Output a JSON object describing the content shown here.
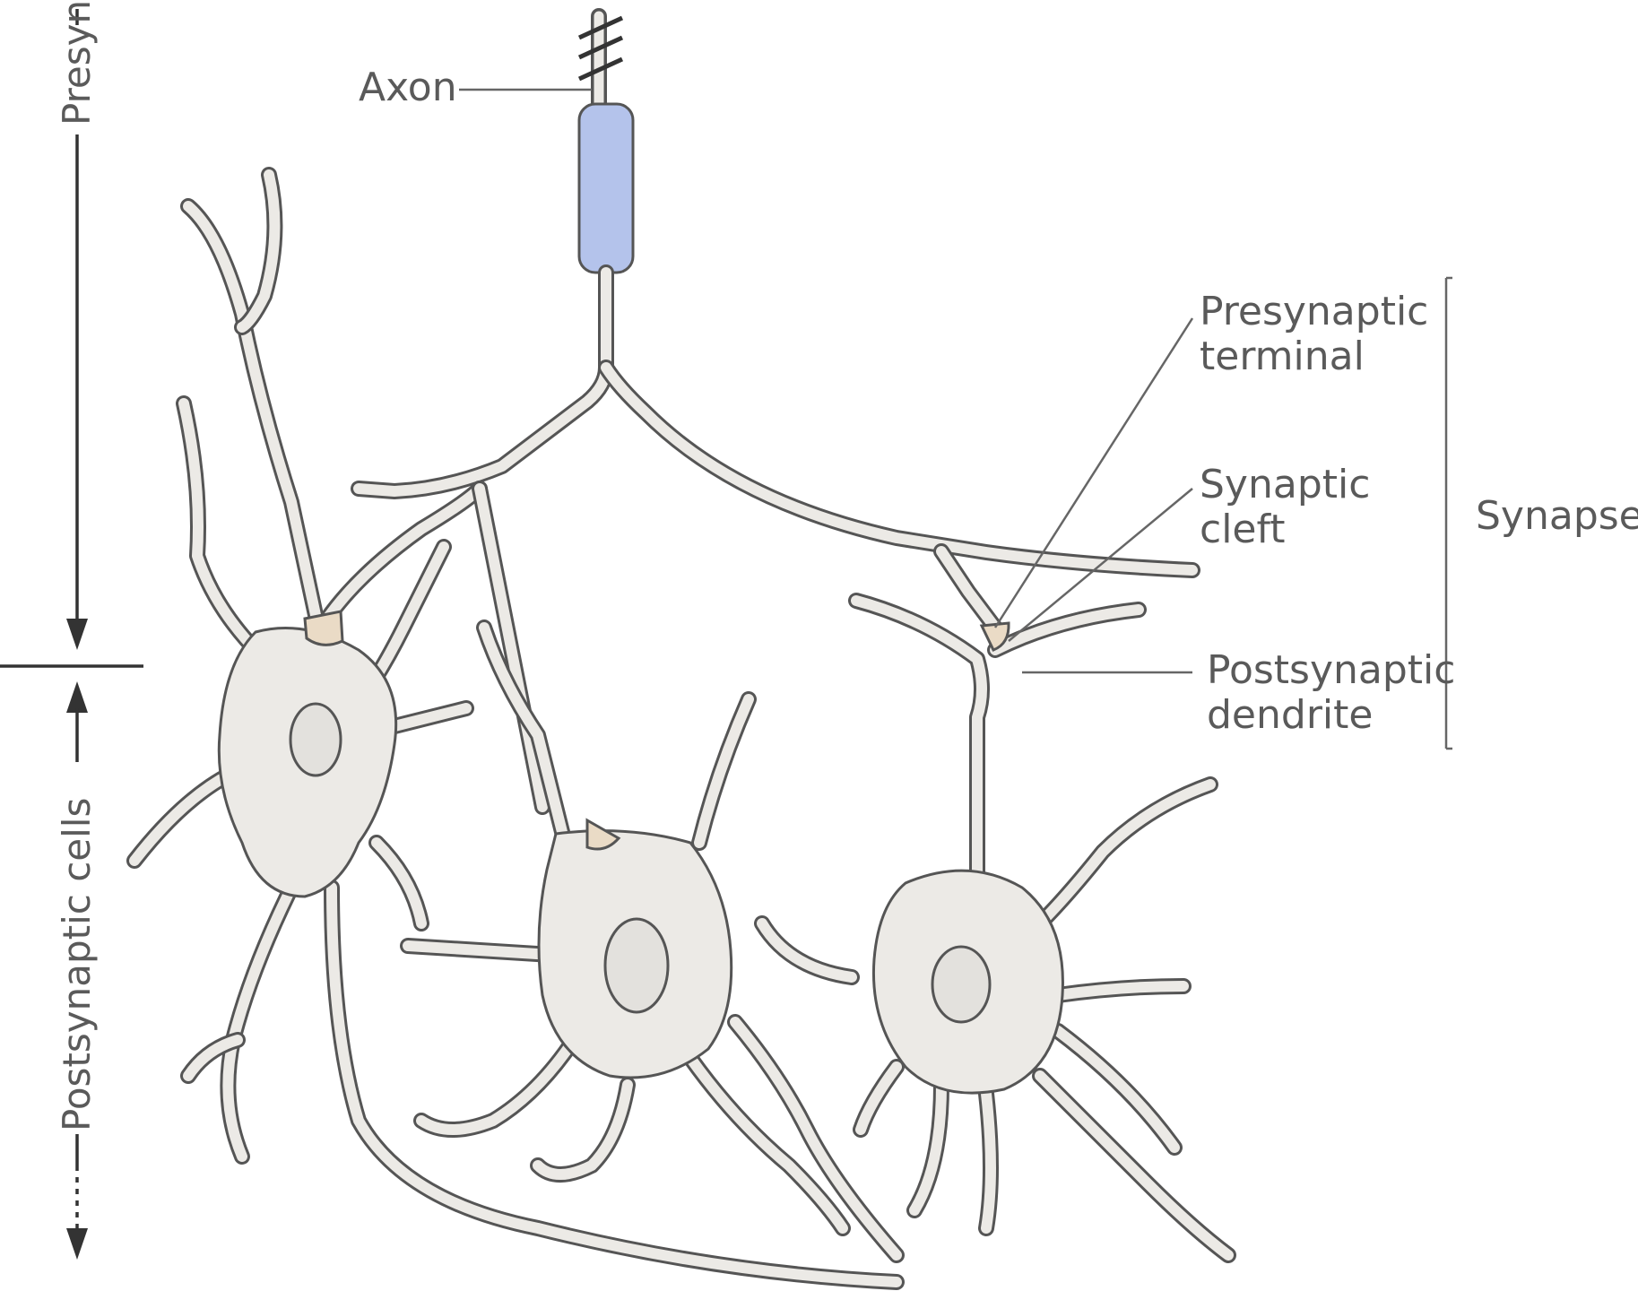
{
  "labels": {
    "axon": "Axon",
    "presynaptic_terminal_line1": "Presynaptic",
    "presynaptic_terminal_line2": "terminal",
    "synaptic_cleft_line1": "Synaptic",
    "synaptic_cleft_line2": "cleft",
    "postsynaptic_dendrite_line1": "Postsynaptic",
    "postsynaptic_dendrite_line2": "dendrite",
    "synapse": "Synapse",
    "side_presynaptic": "Presyn",
    "side_postsynaptic": "Postsynaptic cells"
  },
  "colors": {
    "myelin": "#b4c3eb",
    "cell_body": "#eceae6",
    "terminal": "#eadbc6",
    "outline": "#555555"
  }
}
